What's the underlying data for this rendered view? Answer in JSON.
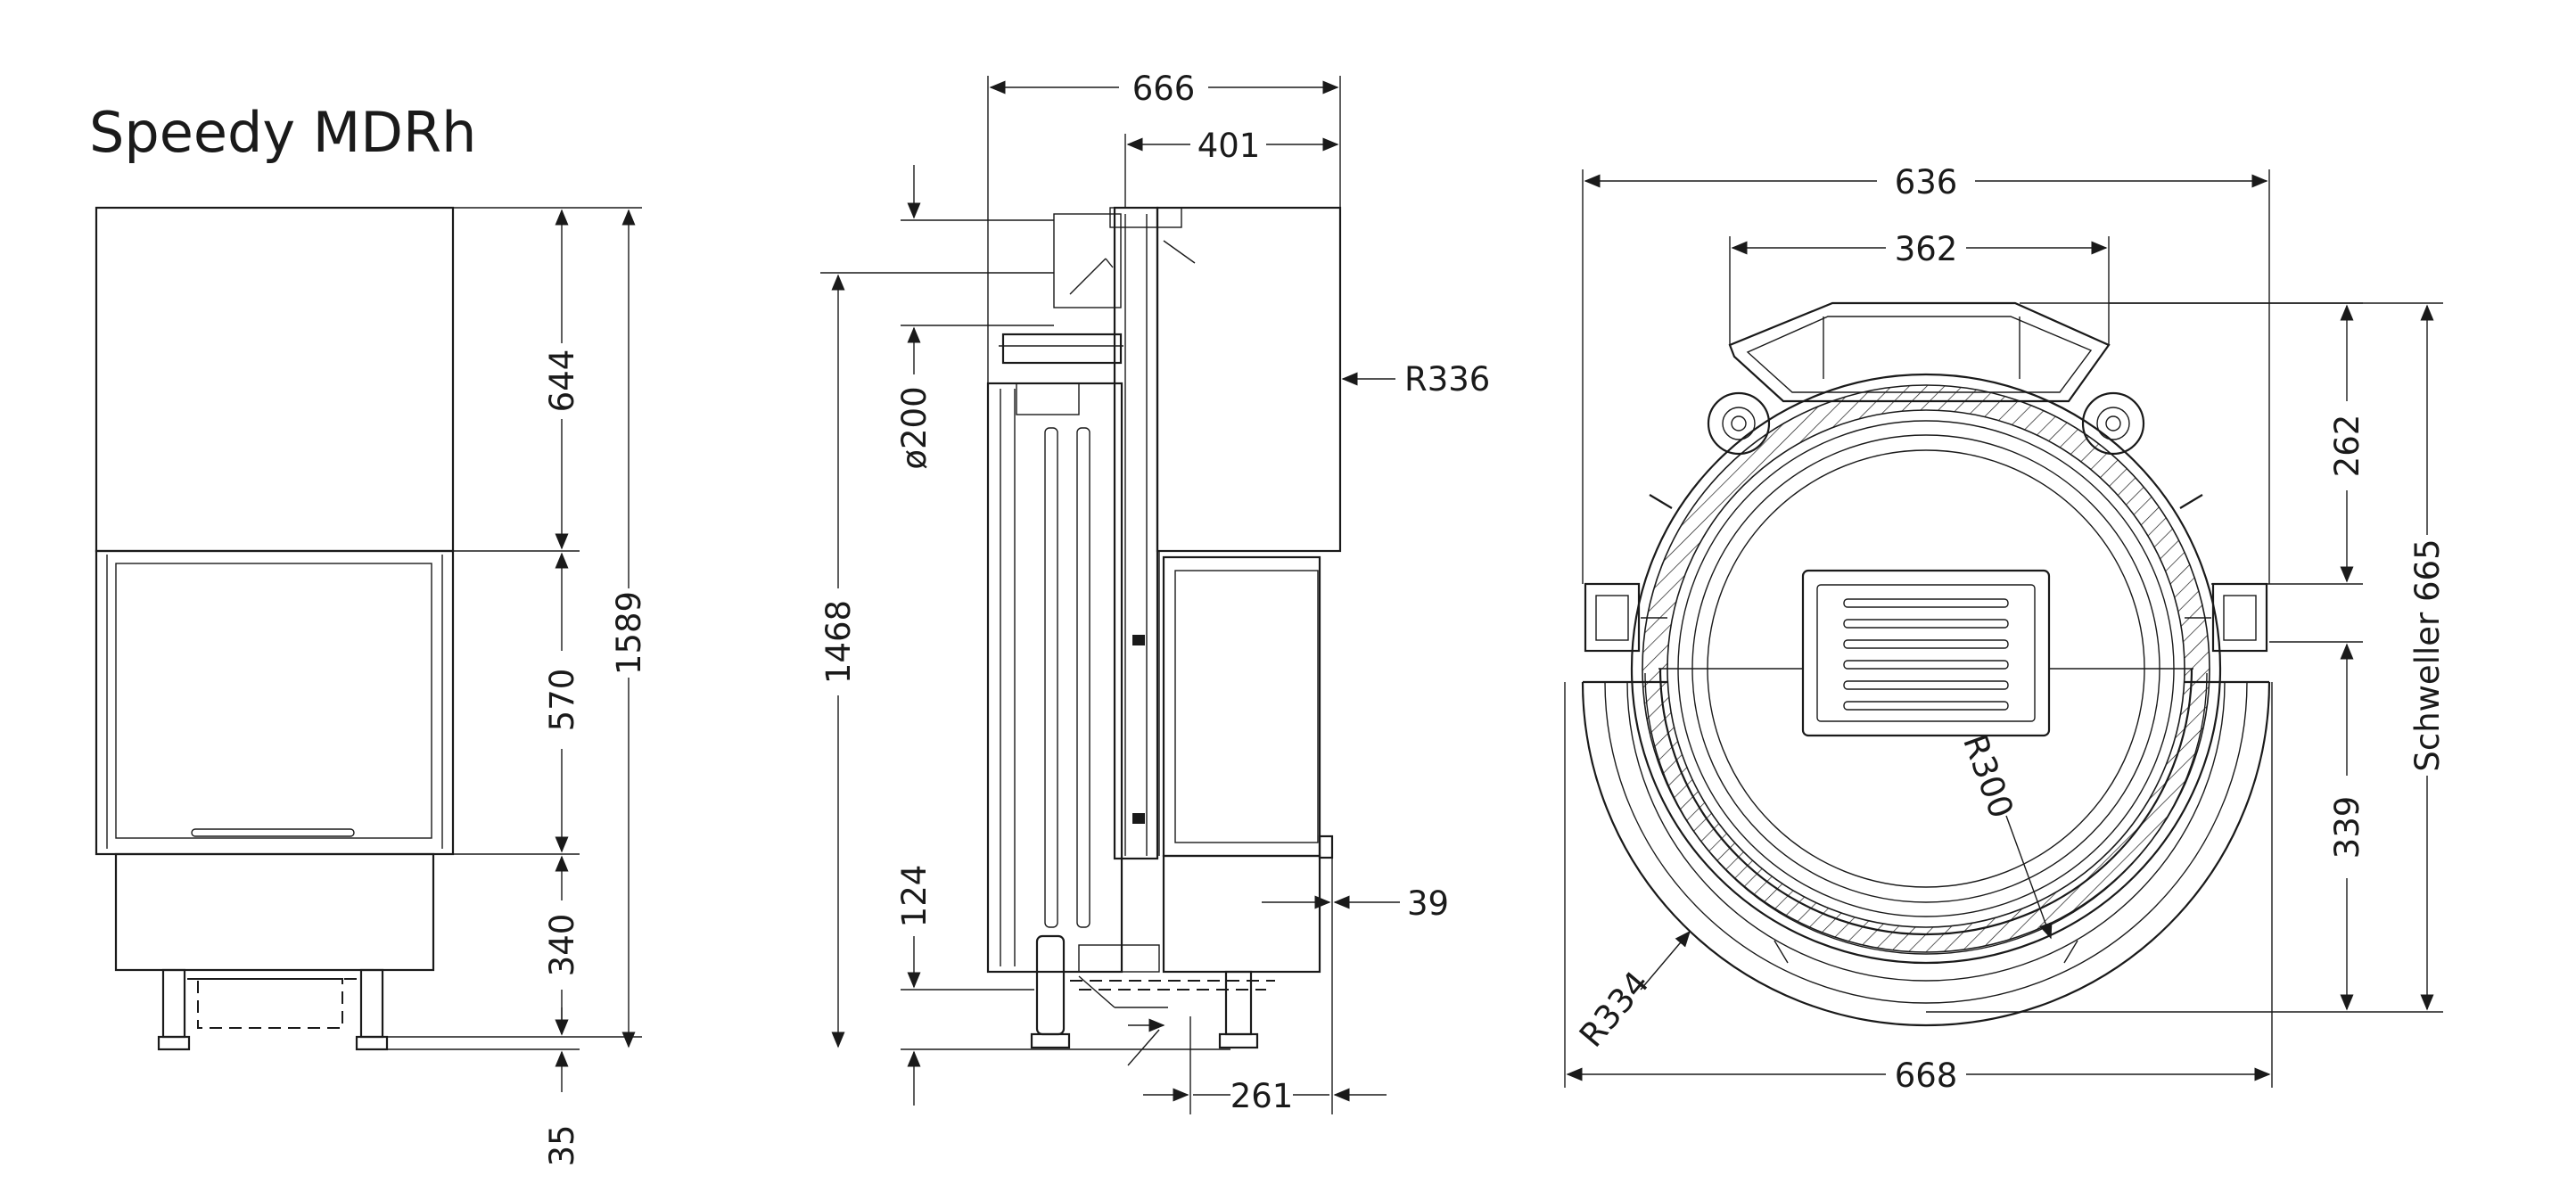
{
  "title": "Speedy  MDRh",
  "front_view": {
    "dims": {
      "top_section": "644",
      "glass_section": "570",
      "base_section": "340",
      "feet": "35",
      "total_height": "1589"
    }
  },
  "side_view": {
    "dims": {
      "total_depth": "666",
      "upper_depth": "401",
      "flue_diameter": "ø200",
      "radius_top": "R336",
      "flue_height": "1468",
      "base_offset": "124",
      "foot_inset": "39",
      "foot_depth": "261"
    }
  },
  "plan_view": {
    "dims": {
      "outer_width": "636",
      "inner_width": "362",
      "depth_top": "262",
      "depth_bottom": "339",
      "sill_total": "Schweller 665",
      "radius_inner": "R300",
      "radius_outer": "R334",
      "sill_width": "668"
    }
  }
}
